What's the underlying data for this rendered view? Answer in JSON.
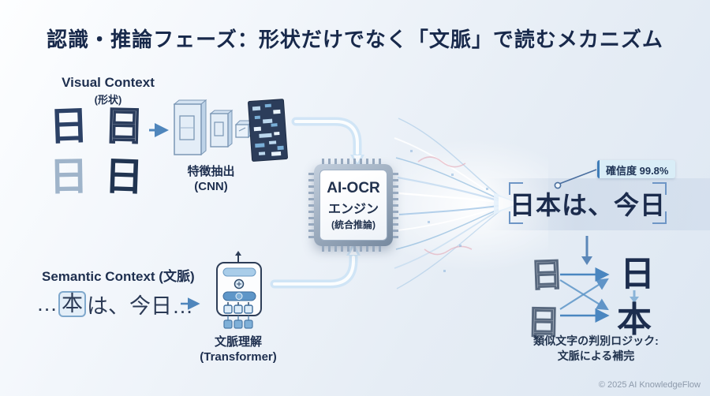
{
  "title": "認識・推論フェーズ：形状だけでなく「文脈」で読むメカニズム",
  "visual_context": {
    "heading": "Visual Context",
    "subheading": "(形状)",
    "samples": [
      "日",
      "日",
      "日",
      "日"
    ],
    "stage_label": "特徴抽出",
    "stage_sublabel": "(CNN)"
  },
  "semantic_context": {
    "heading": "Semantic Context (文脈)",
    "sentence_prefix": "…",
    "highlighted_char": "本",
    "sentence_suffix": "は、今日…",
    "stage_label": "文脈理解",
    "stage_sublabel": "(Transformer)"
  },
  "engine": {
    "line1": "AI-OCR",
    "line2": "エンジン",
    "line3": "(統合推論)"
  },
  "result": {
    "confidence_label": "確信度 99.8%",
    "text": "日本は、今日"
  },
  "disambiguation": {
    "source_chars": [
      "日",
      "日"
    ],
    "target_chars": [
      "日",
      "本"
    ],
    "caption_line1": "類似文字の判別ロジック:",
    "caption_line2": "文脈による補完"
  },
  "footer": {
    "copyright": "© 2025 AI KnowledgeFlow"
  },
  "colors": {
    "navy_text": "#1c2b4a",
    "accent_blue": "#3f7cb8",
    "arrow_blue": "#4a86c0",
    "flow_light": "#cfe4f5",
    "badge_bg": "#d9edf7",
    "feature_map_dark": "#2c3d5a",
    "background_light": "#e6edf5"
  }
}
